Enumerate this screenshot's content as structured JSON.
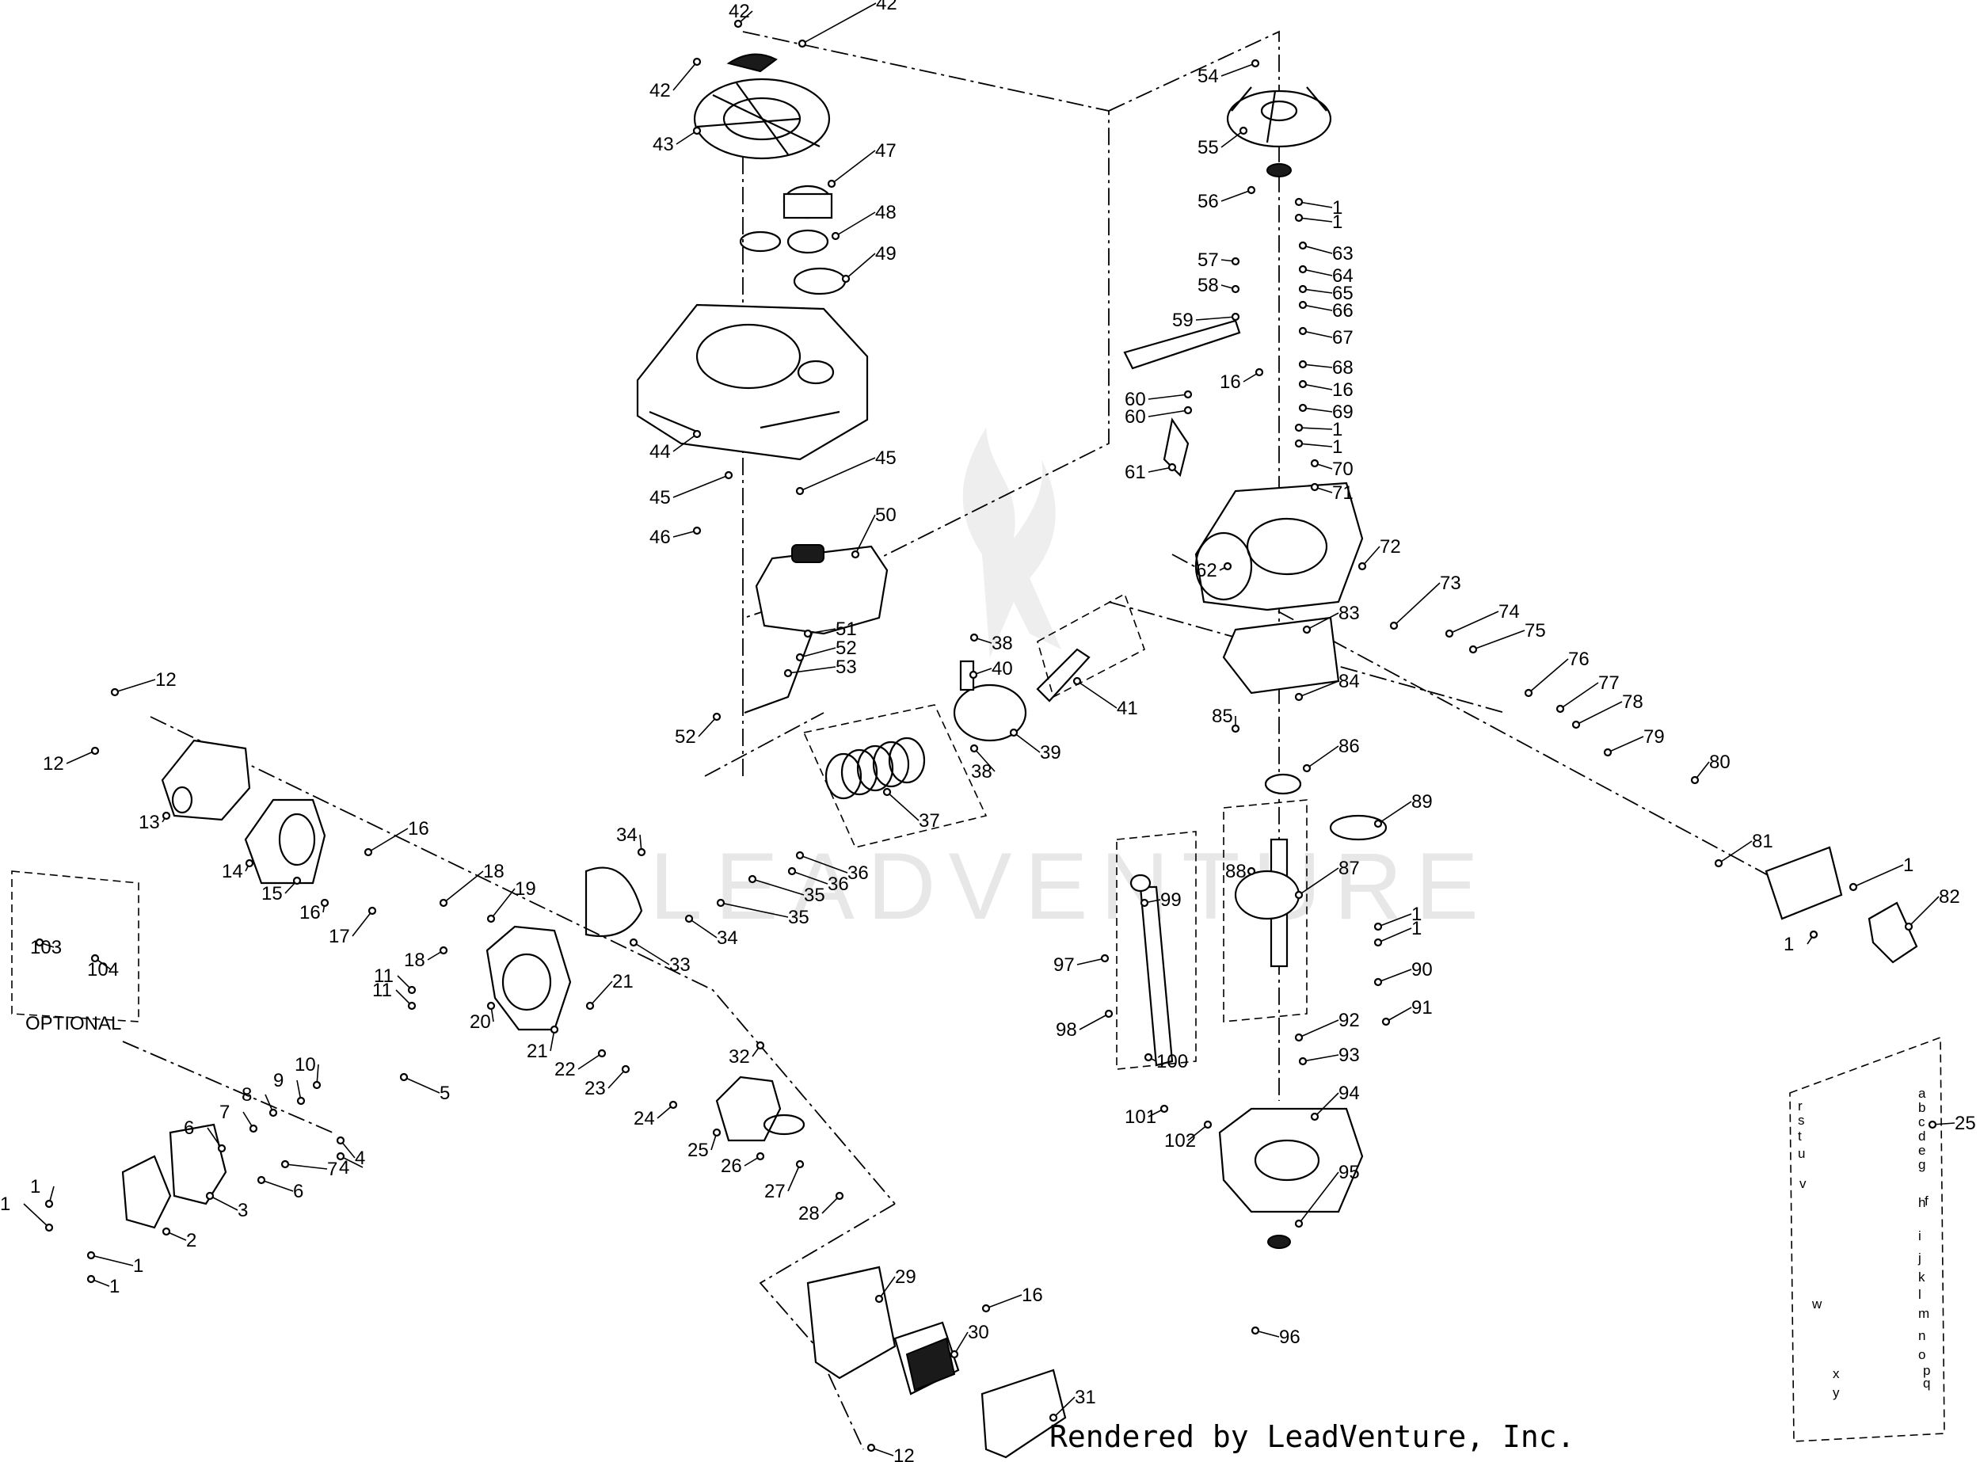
{
  "footer": "Rendered by LeadVenture, Inc.",
  "watermark": "LEADVENTURE",
  "optional_label": "OPTIONAL",
  "callouts": {
    "p1": "1",
    "p2": "2",
    "p3": "3",
    "p4": "4",
    "p5": "5",
    "p6": "6",
    "p7": "7",
    "p8": "8",
    "p9": "9",
    "p10": "10",
    "p11": "11",
    "p12": "12",
    "p13": "13",
    "p14": "14",
    "p15": "15",
    "p16": "16",
    "p17": "17",
    "p18": "18",
    "p19": "19",
    "p20": "20",
    "p21": "21",
    "p22": "22",
    "p23": "23",
    "p24": "24",
    "p25": "25",
    "p26": "26",
    "p27": "27",
    "p28": "28",
    "p29": "29",
    "p30": "30",
    "p31": "31",
    "p32": "32",
    "p33": "33",
    "p34": "34",
    "p35": "35",
    "p36": "36",
    "p37": "37",
    "p38": "38",
    "p39": "39",
    "p40": "40",
    "p41": "41",
    "p42": "42",
    "p43": "43",
    "p44": "44",
    "p45": "45",
    "p46": "46",
    "p47": "47",
    "p48": "48",
    "p49": "49",
    "p50": "50",
    "p51": "51",
    "p52": "52",
    "p53": "53",
    "p54": "54",
    "p55": "55",
    "p56": "56",
    "p57": "57",
    "p58": "58",
    "p59": "59",
    "p60": "60",
    "p61": "61",
    "p62": "62",
    "p63": "63",
    "p64": "64",
    "p65": "65",
    "p66": "66",
    "p67": "67",
    "p68": "68",
    "p69": "69",
    "p70": "70",
    "p71": "71",
    "p72": "72",
    "p73": "73",
    "p74": "74",
    "p75": "75",
    "p76": "76",
    "p77": "77",
    "p78": "78",
    "p79": "79",
    "p80": "80",
    "p81": "81",
    "p82": "82",
    "p83": "83",
    "p84": "84",
    "p85": "85",
    "p86": "86",
    "p87": "87",
    "p88": "88",
    "p89": "89",
    "p90": "90",
    "p91": "91",
    "p92": "92",
    "p93": "93",
    "p94": "94",
    "p95": "95",
    "p96": "96",
    "p97": "97",
    "p98": "98",
    "p99": "99",
    "p100": "100",
    "p101": "101",
    "p102": "102",
    "p103": "103",
    "p104": "104"
  },
  "carb_letters": [
    "a",
    "b",
    "c",
    "d",
    "e",
    "f",
    "g",
    "h",
    "i",
    "j",
    "k",
    "l",
    "m",
    "n",
    "o",
    "p",
    "q",
    "r",
    "s",
    "t",
    "u",
    "v",
    "w",
    "x",
    "y"
  ]
}
